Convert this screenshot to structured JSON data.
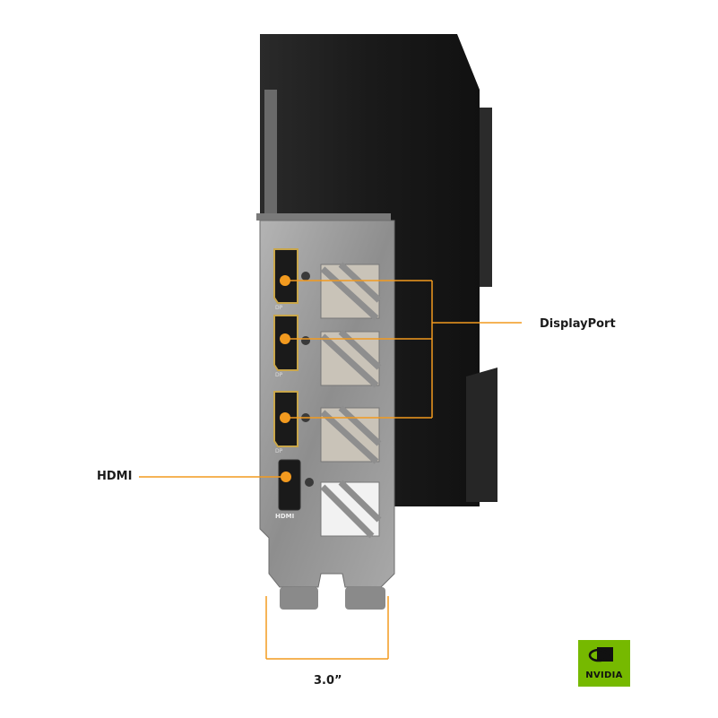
{
  "labels": {
    "displayport": "DisplayPort",
    "hdmi": "HDMI",
    "bracket_width": "3.0”"
  },
  "port_marks": {
    "dp": "DP",
    "hdmi": "HDMI"
  },
  "logo": {
    "brand": "NVIDIA",
    "color": "#76b900"
  },
  "colors": {
    "callout": "#f29a1f",
    "card_body": "#1c1c1c",
    "bracket": "#9a9a9a"
  }
}
